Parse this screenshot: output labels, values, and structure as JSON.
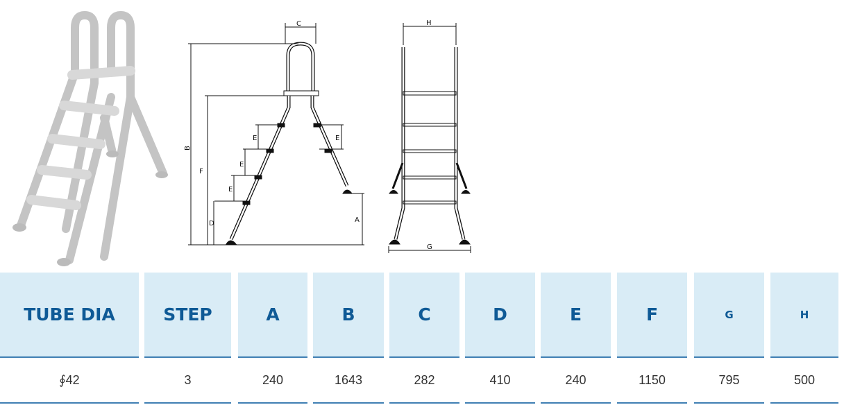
{
  "diagram_labels": {
    "A": "A",
    "B": "B",
    "C": "C",
    "D": "D",
    "E": "E",
    "F": "F",
    "G": "G",
    "H": "H"
  },
  "table": {
    "headers": [
      "TUBE DIA",
      "STEP",
      "A",
      "B",
      "C",
      "D",
      "E",
      "F",
      "G",
      "H"
    ],
    "values": [
      "∮42",
      "3",
      "240",
      "1643",
      "282",
      "410",
      "240",
      "1150",
      "795",
      "500"
    ]
  },
  "colors": {
    "header_bg": "#d9ecf6",
    "header_text": "#0f5a96",
    "rule": "#3f7fb3"
  }
}
